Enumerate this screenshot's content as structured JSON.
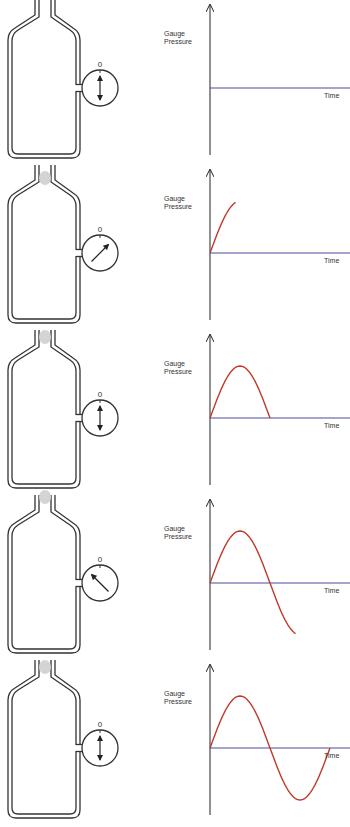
{
  "diagram": {
    "labels": [
      "0",
      "Gauge Pressure",
      "Time",
      "0",
      "Gauge Pressure",
      "Time",
      "0",
      "Gauge Pressure",
      "Time",
      "0",
      "Gauge Pressure",
      "Time",
      "0",
      "Gauge Pressure",
      "Time"
    ]
  }
}
